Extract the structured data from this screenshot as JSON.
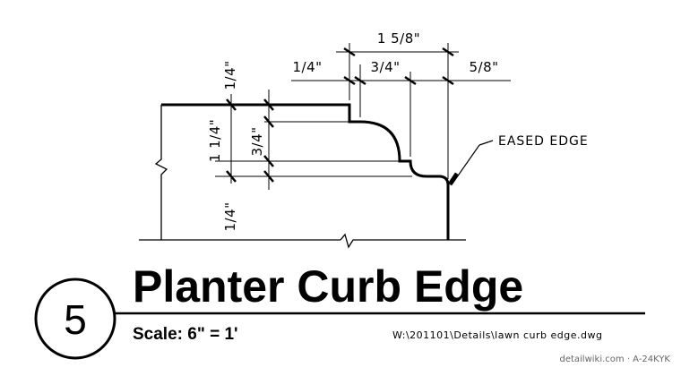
{
  "detail": {
    "number": "5",
    "title": "Planter Curb Edge",
    "scale": "Scale: 6\" = 1'",
    "file_path": "W:\\201101\\Details\\lawn curb edge.dwg",
    "watermark": "detailwiki.com · A-24KYK"
  },
  "dimensions": {
    "top_overall": "1 5/8\"",
    "top_left": "1/4\"",
    "top_middle": "3/4\"",
    "top_right": "5/8\"",
    "left_top": "1/4\"",
    "left_overall": "1 1/4\"",
    "left_middle": "3/4\"",
    "left_bottom": "1/4\""
  },
  "notes": {
    "eased_edge": "EASED EDGE"
  }
}
